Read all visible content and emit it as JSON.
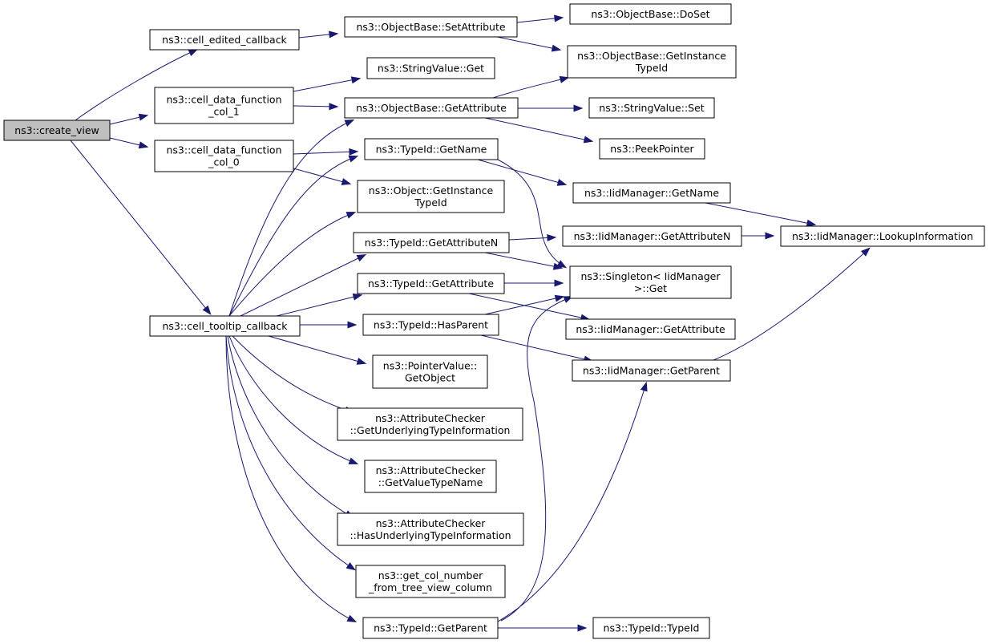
{
  "graph": {
    "root": "create_view",
    "edge_color": "#191970",
    "root_fill": "#bfbfbf",
    "node_fill": "#ffffff",
    "nodes": [
      {
        "id": "create_view",
        "lines": [
          "ns3::create_view"
        ]
      },
      {
        "id": "cell_edited_callback",
        "lines": [
          "ns3::cell_edited_callback"
        ]
      },
      {
        "id": "cell_data_function_col_1",
        "lines": [
          "ns3::cell_data_function",
          "_col_1"
        ]
      },
      {
        "id": "cell_data_function_col_0",
        "lines": [
          "ns3::cell_data_function",
          "_col_0"
        ]
      },
      {
        "id": "cell_tooltip_callback",
        "lines": [
          "ns3::cell_tooltip_callback"
        ]
      },
      {
        "id": "ObjectBase_SetAttribute",
        "lines": [
          "ns3::ObjectBase::SetAttribute"
        ]
      },
      {
        "id": "StringValue_Get",
        "lines": [
          "ns3::StringValue::Get"
        ]
      },
      {
        "id": "ObjectBase_GetAttribute",
        "lines": [
          "ns3::ObjectBase::GetAttribute"
        ]
      },
      {
        "id": "TypeId_GetName",
        "lines": [
          "ns3::TypeId::GetName"
        ]
      },
      {
        "id": "Object_GetInstanceTypeId",
        "lines": [
          "ns3::Object::GetInstance",
          "TypeId"
        ]
      },
      {
        "id": "TypeId_GetAttributeN",
        "lines": [
          "ns3::TypeId::GetAttributeN"
        ]
      },
      {
        "id": "TypeId_GetAttribute",
        "lines": [
          "ns3::TypeId::GetAttribute"
        ]
      },
      {
        "id": "TypeId_HasParent",
        "lines": [
          "ns3::TypeId::HasParent"
        ]
      },
      {
        "id": "PointerValue_GetObject",
        "lines": [
          "ns3::PointerValue::",
          "GetObject"
        ]
      },
      {
        "id": "AttributeChecker_GetUnderlyingTypeInformation",
        "lines": [
          "ns3::AttributeChecker",
          "::GetUnderlyingTypeInformation"
        ]
      },
      {
        "id": "AttributeChecker_GetValueTypeName",
        "lines": [
          "ns3::AttributeChecker",
          "::GetValueTypeName"
        ]
      },
      {
        "id": "AttributeChecker_HasUnderlyingTypeInformation",
        "lines": [
          "ns3::AttributeChecker",
          "::HasUnderlyingTypeInformation"
        ]
      },
      {
        "id": "get_col_number_from_tree_view_column",
        "lines": [
          "ns3::get_col_number",
          "_from_tree_view_column"
        ]
      },
      {
        "id": "TypeId_GetParent",
        "lines": [
          "ns3::TypeId::GetParent"
        ]
      },
      {
        "id": "ObjectBase_DoSet",
        "lines": [
          "ns3::ObjectBase::DoSet"
        ]
      },
      {
        "id": "ObjectBase_GetInstanceTypeId",
        "lines": [
          "ns3::ObjectBase::GetInstance",
          "TypeId"
        ]
      },
      {
        "id": "StringValue_Set",
        "lines": [
          "ns3::StringValue::Set"
        ]
      },
      {
        "id": "PeekPointer",
        "lines": [
          "ns3::PeekPointer"
        ]
      },
      {
        "id": "IidManager_GetName",
        "lines": [
          "ns3::IidManager::GetName"
        ]
      },
      {
        "id": "IidManager_GetAttributeN",
        "lines": [
          "ns3::IidManager::GetAttributeN"
        ]
      },
      {
        "id": "Singleton_IidManager_Get",
        "lines": [
          "ns3::Singleton< IidManager",
          ">::Get"
        ]
      },
      {
        "id": "IidManager_GetAttribute",
        "lines": [
          "ns3::IidManager::GetAttribute"
        ]
      },
      {
        "id": "IidManager_GetParent",
        "lines": [
          "ns3::IidManager::GetParent"
        ]
      },
      {
        "id": "TypeId_TypeId",
        "lines": [
          "ns3::TypeId::TypeId"
        ]
      },
      {
        "id": "IidManager_LookupInformation",
        "lines": [
          "ns3::IidManager::LookupInformation"
        ]
      }
    ],
    "edges": [
      {
        "from": "create_view",
        "to": "cell_edited_callback"
      },
      {
        "from": "create_view",
        "to": "cell_data_function_col_1"
      },
      {
        "from": "create_view",
        "to": "cell_data_function_col_0"
      },
      {
        "from": "create_view",
        "to": "cell_tooltip_callback"
      },
      {
        "from": "cell_edited_callback",
        "to": "ObjectBase_SetAttribute"
      },
      {
        "from": "ObjectBase_SetAttribute",
        "to": "ObjectBase_DoSet"
      },
      {
        "from": "ObjectBase_SetAttribute",
        "to": "ObjectBase_GetInstanceTypeId"
      },
      {
        "from": "cell_data_function_col_1",
        "to": "StringValue_Get"
      },
      {
        "from": "cell_data_function_col_1",
        "to": "ObjectBase_GetAttribute"
      },
      {
        "from": "ObjectBase_GetAttribute",
        "to": "ObjectBase_GetInstanceTypeId"
      },
      {
        "from": "ObjectBase_GetAttribute",
        "to": "StringValue_Set"
      },
      {
        "from": "ObjectBase_GetAttribute",
        "to": "PeekPointer"
      },
      {
        "from": "cell_data_function_col_0",
        "to": "TypeId_GetName"
      },
      {
        "from": "cell_data_function_col_0",
        "to": "Object_GetInstanceTypeId"
      },
      {
        "from": "TypeId_GetName",
        "to": "IidManager_GetName"
      },
      {
        "from": "TypeId_GetName",
        "to": "Singleton_IidManager_Get"
      },
      {
        "from": "IidManager_GetName",
        "to": "IidManager_LookupInformation"
      },
      {
        "from": "cell_tooltip_callback",
        "to": "ObjectBase_GetAttribute"
      },
      {
        "from": "cell_tooltip_callback",
        "to": "TypeId_GetName"
      },
      {
        "from": "cell_tooltip_callback",
        "to": "Object_GetInstanceTypeId"
      },
      {
        "from": "cell_tooltip_callback",
        "to": "TypeId_GetAttributeN"
      },
      {
        "from": "cell_tooltip_callback",
        "to": "TypeId_GetAttribute"
      },
      {
        "from": "cell_tooltip_callback",
        "to": "TypeId_HasParent"
      },
      {
        "from": "cell_tooltip_callback",
        "to": "PointerValue_GetObject"
      },
      {
        "from": "cell_tooltip_callback",
        "to": "AttributeChecker_GetUnderlyingTypeInformation"
      },
      {
        "from": "cell_tooltip_callback",
        "to": "AttributeChecker_GetValueTypeName"
      },
      {
        "from": "cell_tooltip_callback",
        "to": "AttributeChecker_HasUnderlyingTypeInformation"
      },
      {
        "from": "cell_tooltip_callback",
        "to": "get_col_number_from_tree_view_column"
      },
      {
        "from": "cell_tooltip_callback",
        "to": "TypeId_GetParent"
      },
      {
        "from": "TypeId_GetAttributeN",
        "to": "IidManager_GetAttributeN"
      },
      {
        "from": "TypeId_GetAttributeN",
        "to": "Singleton_IidManager_Get"
      },
      {
        "from": "IidManager_GetAttributeN",
        "to": "IidManager_LookupInformation"
      },
      {
        "from": "TypeId_GetAttribute",
        "to": "Singleton_IidManager_Get"
      },
      {
        "from": "TypeId_GetAttribute",
        "to": "IidManager_GetAttribute"
      },
      {
        "from": "TypeId_HasParent",
        "to": "Singleton_IidManager_Get"
      },
      {
        "from": "TypeId_HasParent",
        "to": "IidManager_GetParent"
      },
      {
        "from": "IidManager_GetParent",
        "to": "IidManager_LookupInformation"
      },
      {
        "from": "TypeId_GetParent",
        "to": "Singleton_IidManager_Get"
      },
      {
        "from": "TypeId_GetParent",
        "to": "IidManager_GetParent"
      },
      {
        "from": "TypeId_GetParent",
        "to": "TypeId_TypeId"
      }
    ]
  }
}
